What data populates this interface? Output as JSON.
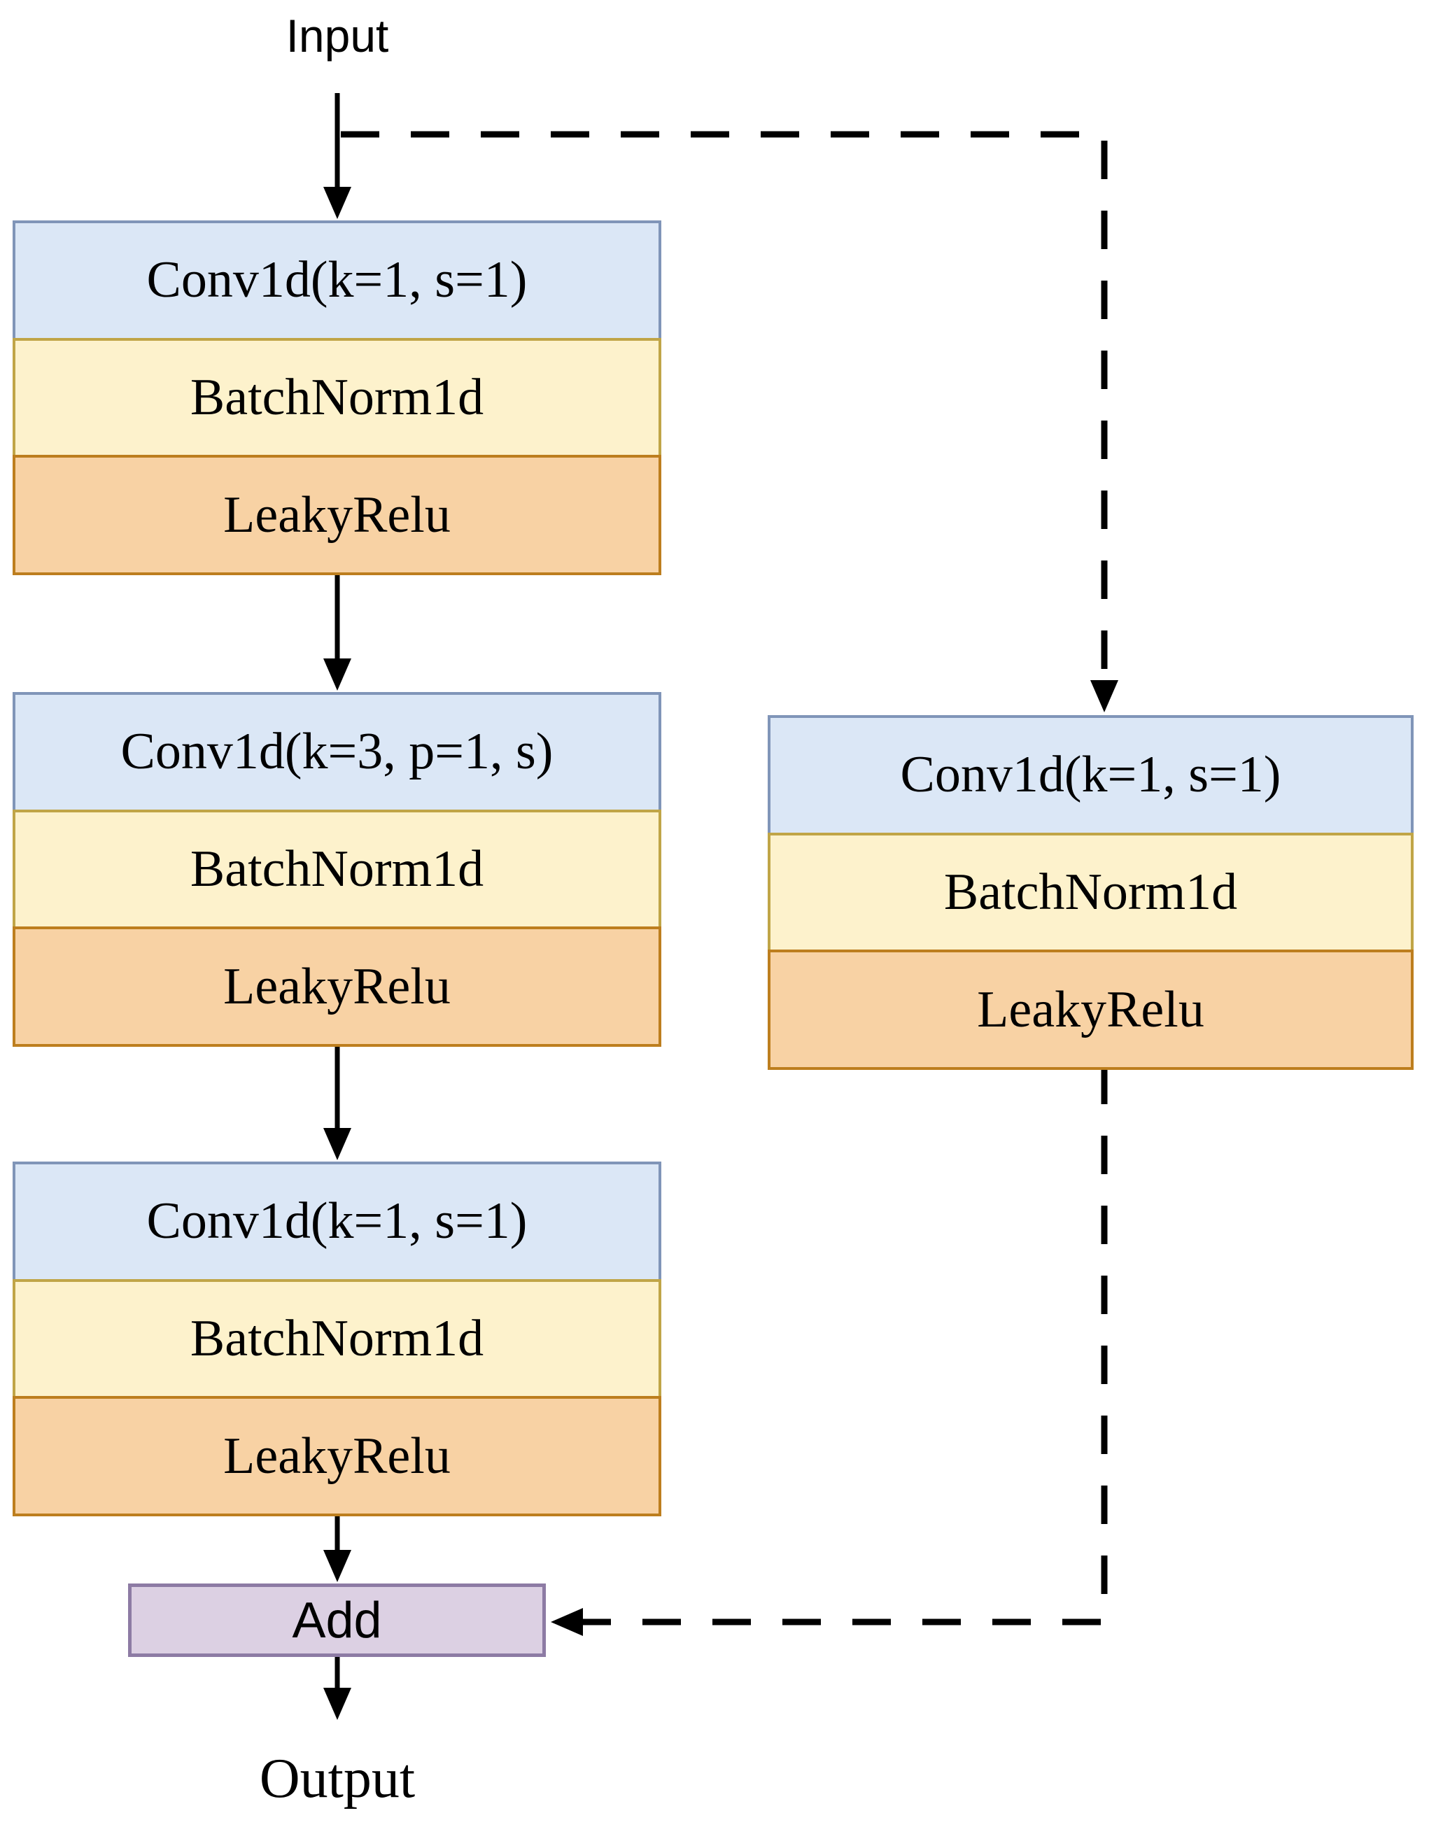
{
  "labels": {
    "input": "Input",
    "add": "Add",
    "output": "Output"
  },
  "blocks": [
    {
      "id": "main-branch-block-1",
      "rows": [
        {
          "type": "conv",
          "label": "Conv1d(k=1, s=1)"
        },
        {
          "type": "batchnorm",
          "label": "BatchNorm1d"
        },
        {
          "type": "activation",
          "label": "LeakyRelu"
        }
      ]
    },
    {
      "id": "main-branch-block-2",
      "rows": [
        {
          "type": "conv",
          "label": "Conv1d(k=3, p=1, s)"
        },
        {
          "type": "batchnorm",
          "label": "BatchNorm1d"
        },
        {
          "type": "activation",
          "label": "LeakyRelu"
        }
      ]
    },
    {
      "id": "main-branch-block-3",
      "rows": [
        {
          "type": "conv",
          "label": "Conv1d(k=1, s=1)"
        },
        {
          "type": "batchnorm",
          "label": "BatchNorm1d"
        },
        {
          "type": "activation",
          "label": "LeakyRelu"
        }
      ]
    },
    {
      "id": "shortcut-block",
      "rows": [
        {
          "type": "conv",
          "label": "Conv1d(k=1, s=1)"
        },
        {
          "type": "batchnorm",
          "label": "BatchNorm1d"
        },
        {
          "type": "activation",
          "label": "LeakyRelu"
        }
      ]
    }
  ],
  "colors": {
    "conv_fill": "#dbe7f6",
    "conv_border": "#8095b8",
    "batchnorm_fill": "#fdf2cc",
    "batchnorm_border": "#c0a547",
    "activation_fill": "#f8d2a4",
    "activation_border": "#bd7e1e",
    "add_fill": "#dcd0e3",
    "add_border": "#8d7ba4",
    "line": "#000000",
    "text": "#000000"
  }
}
